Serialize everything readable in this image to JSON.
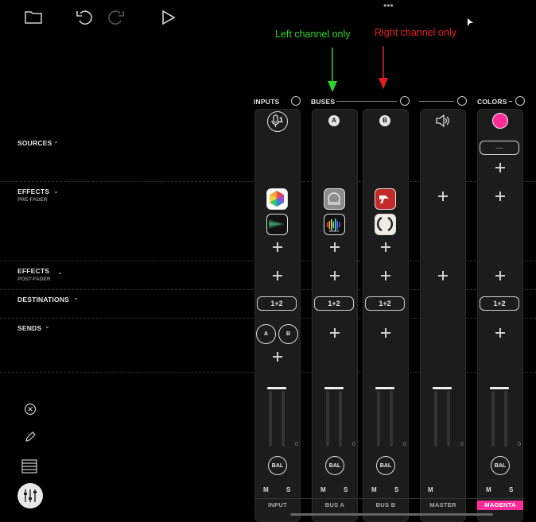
{
  "toolbar": {
    "folder": "folder-icon",
    "undo": "undo-icon",
    "redo": "redo-icon",
    "play": "play-icon",
    "more": "•••"
  },
  "annotations": {
    "left": "Left channel only",
    "right": "Right channel only",
    "left_color": "#2fd12f",
    "right_color": "#e02020"
  },
  "sections": {
    "inputs": "INPUTS",
    "buses": "BUSES",
    "colors": "COLORS",
    "sources": "SOURCES",
    "effects": "EFFECTS",
    "pre_fader": "PRE-FADER",
    "post_fader": "POST-FADER",
    "destinations": "DESTINATIONS",
    "sends": "SENDS"
  },
  "channels": {
    "input": {
      "name": "INPUT",
      "dest": "1+2",
      "header_badge": "1",
      "meter_zero": "0",
      "mute": "M",
      "solo": "S",
      "bal": "BAL",
      "send_a": "A",
      "send_b": "B"
    },
    "bus_a": {
      "name": "BUS A",
      "dest": "1+2",
      "header_badge": "A",
      "meter_zero": "0",
      "mute": "M",
      "solo": "S",
      "bal": "BAL",
      "fx2_label": "BANDS"
    },
    "bus_b": {
      "name": "BUS B",
      "dest": "1+2",
      "header_badge": "B",
      "meter_zero": "0",
      "mute": "M",
      "solo": "S",
      "bal": "BAL"
    },
    "master": {
      "name": "MASTER",
      "meter_zero": "0",
      "mute": "M"
    },
    "magenta": {
      "name": "MAGENTA",
      "dest": "1+2",
      "source": "—",
      "meter_zero": "0",
      "mute": "M",
      "solo": "S",
      "bal": "BAL",
      "color": "#ff2d9a"
    }
  },
  "colors": {
    "accent_magenta": "#ff2d9a"
  }
}
